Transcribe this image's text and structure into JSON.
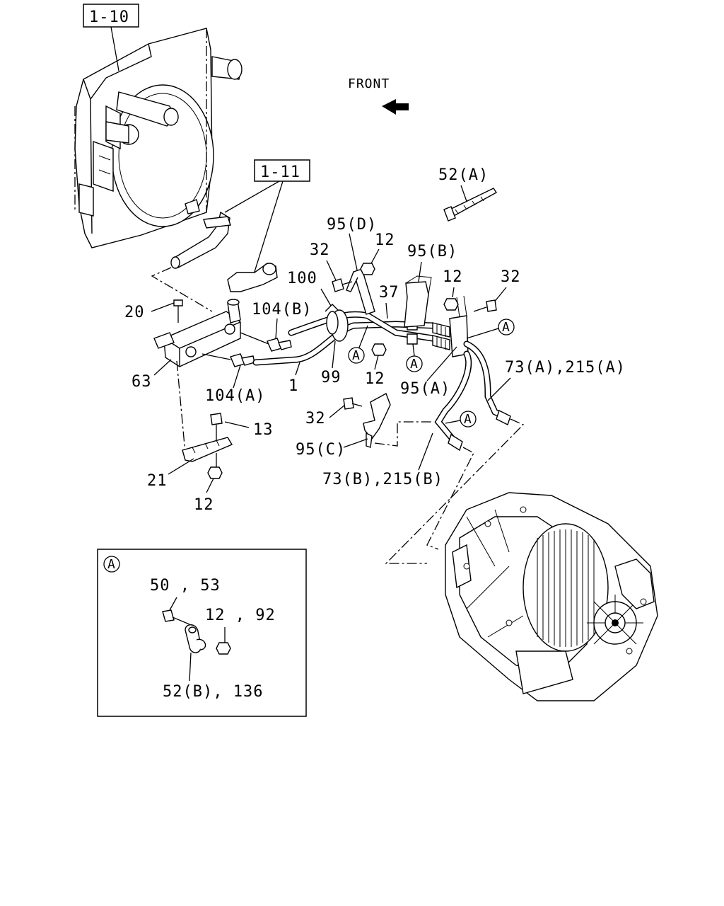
{
  "labels": {
    "ref_1_10": "1-10",
    "ref_1_11": "1-11",
    "front": "FRONT",
    "p52a": "52(A)",
    "p95d": "95(D)",
    "p12_top": "12",
    "p95b": "95(B)",
    "p32_left": "32",
    "p100": "100",
    "p37": "37",
    "p12_mid": "12",
    "p32_right": "32",
    "p20": "20",
    "p104b": "104(B)",
    "p63": "63",
    "p99": "99",
    "p12_low": "12",
    "p73a_215a": "73(A),215(A)",
    "p1": "1",
    "p104a": "104(A)",
    "p95a": "95(A)",
    "p32_low": "32",
    "p13": "13",
    "p95c": "95(C)",
    "p73b_215b": "73(B),215(B)",
    "p21": "21",
    "p12_bottom": "12",
    "callout": "A"
  },
  "detail_box": {
    "marker": "A",
    "bolt": "50 , 53",
    "nut": "12 , 92",
    "clip": "52(B), 136"
  }
}
